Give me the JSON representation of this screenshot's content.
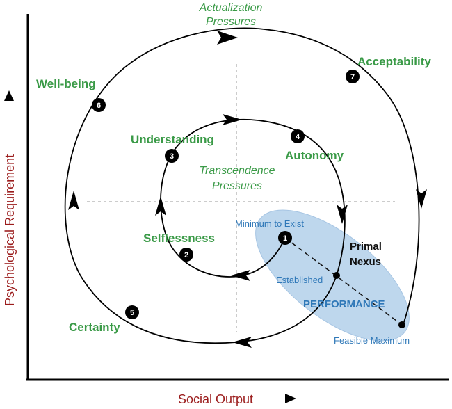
{
  "axes": {
    "x_label": "Social Output",
    "y_label": "Psychological Requirement"
  },
  "outer_loop": {
    "top_label": [
      "Actualization",
      "Pressures"
    ],
    "stages": [
      {
        "num": "5",
        "label": "Certainty"
      },
      {
        "num": "6",
        "label": "Well-being"
      },
      {
        "num": "7",
        "label": "Acceptability"
      }
    ]
  },
  "inner_loop": {
    "center_label": [
      "Transcendence",
      "Pressures"
    ],
    "stages": [
      {
        "num": "1",
        "label": ""
      },
      {
        "num": "2",
        "label": "Selflessness"
      },
      {
        "num": "3",
        "label": "Understanding"
      },
      {
        "num": "4",
        "label": "Autonomy"
      }
    ]
  },
  "performance_zone": {
    "title": "PERFORMANCE",
    "min_label": "Minimum to Exist",
    "established_label": "Established",
    "max_label": "Feasible Maximum",
    "nexus_label": [
      "Primal",
      "Nexus"
    ],
    "fill_color": "#b8d3ec"
  },
  "colors": {
    "green": "#3a9a47",
    "blue": "#2f78b8",
    "axis_label": "#9b1c1c"
  }
}
